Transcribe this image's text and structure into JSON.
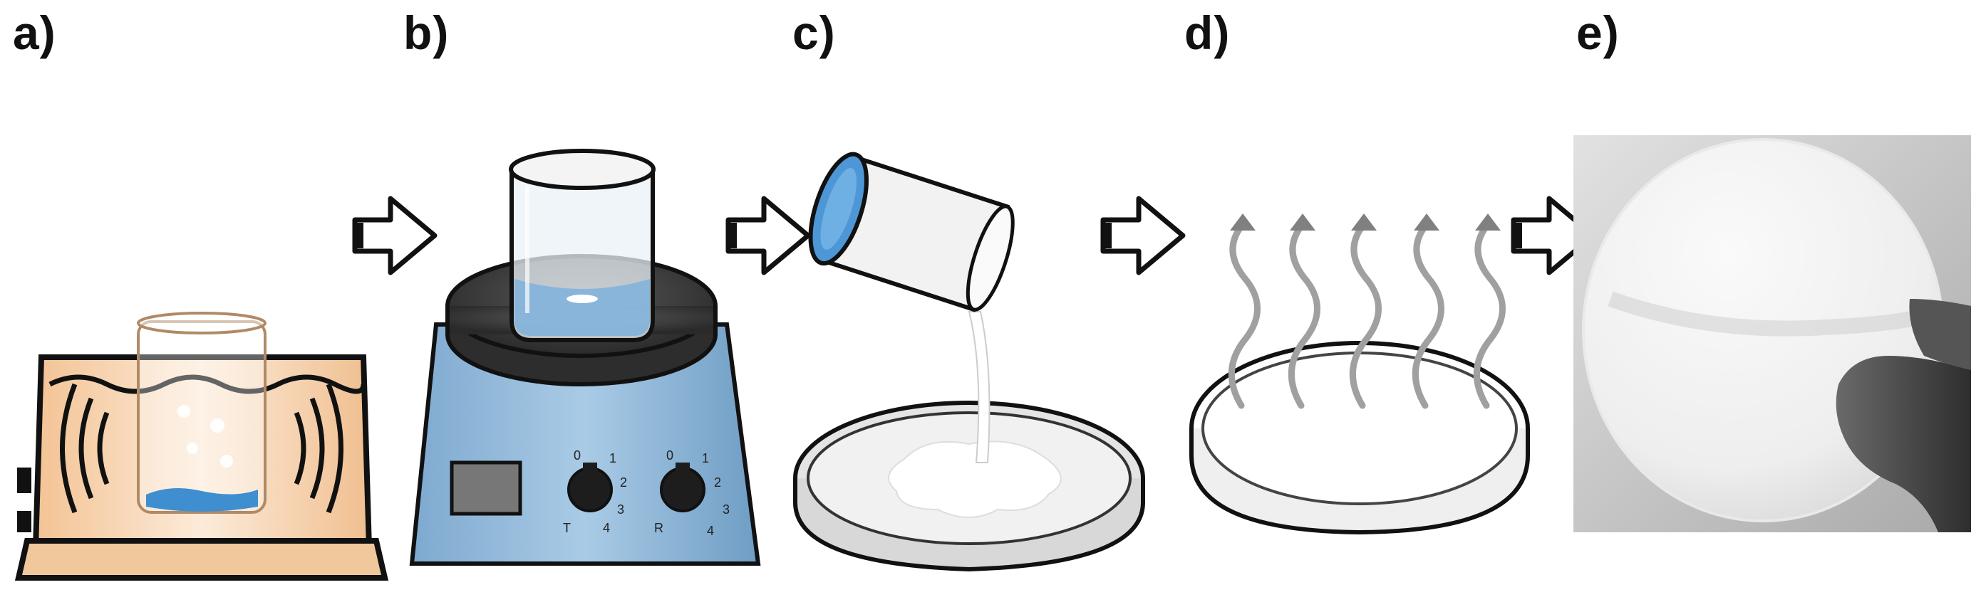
{
  "panel_labels": [
    "a)",
    "b)",
    "c)",
    "d)",
    "e)"
  ],
  "knob_marks": {
    "left": [
      "0",
      "1",
      "2",
      "3",
      "4",
      "T"
    ],
    "right": [
      "0",
      "1",
      "2",
      "3",
      "4",
      "R"
    ]
  },
  "colors": {
    "outline": "#111111",
    "bath_tan": "#f2c9a0",
    "bath_light": "#fbe6d0",
    "stirrer_blue": "#8fb7d8",
    "plate_dark": "#3a3a3a",
    "liquid_blue": "#3f8fd0",
    "milky": "#ffffff",
    "vapor_grey": "#8c8c8c",
    "photo_bg": "#c9c9c9",
    "membrane": "#f1f1f1",
    "glove": "#4a4a4a"
  },
  "icons": [
    "ultrasonic-bath-icon",
    "magnetic-stirrer-icon",
    "pouring-beaker-icon",
    "evaporation-dish-icon",
    "membrane-photo"
  ]
}
